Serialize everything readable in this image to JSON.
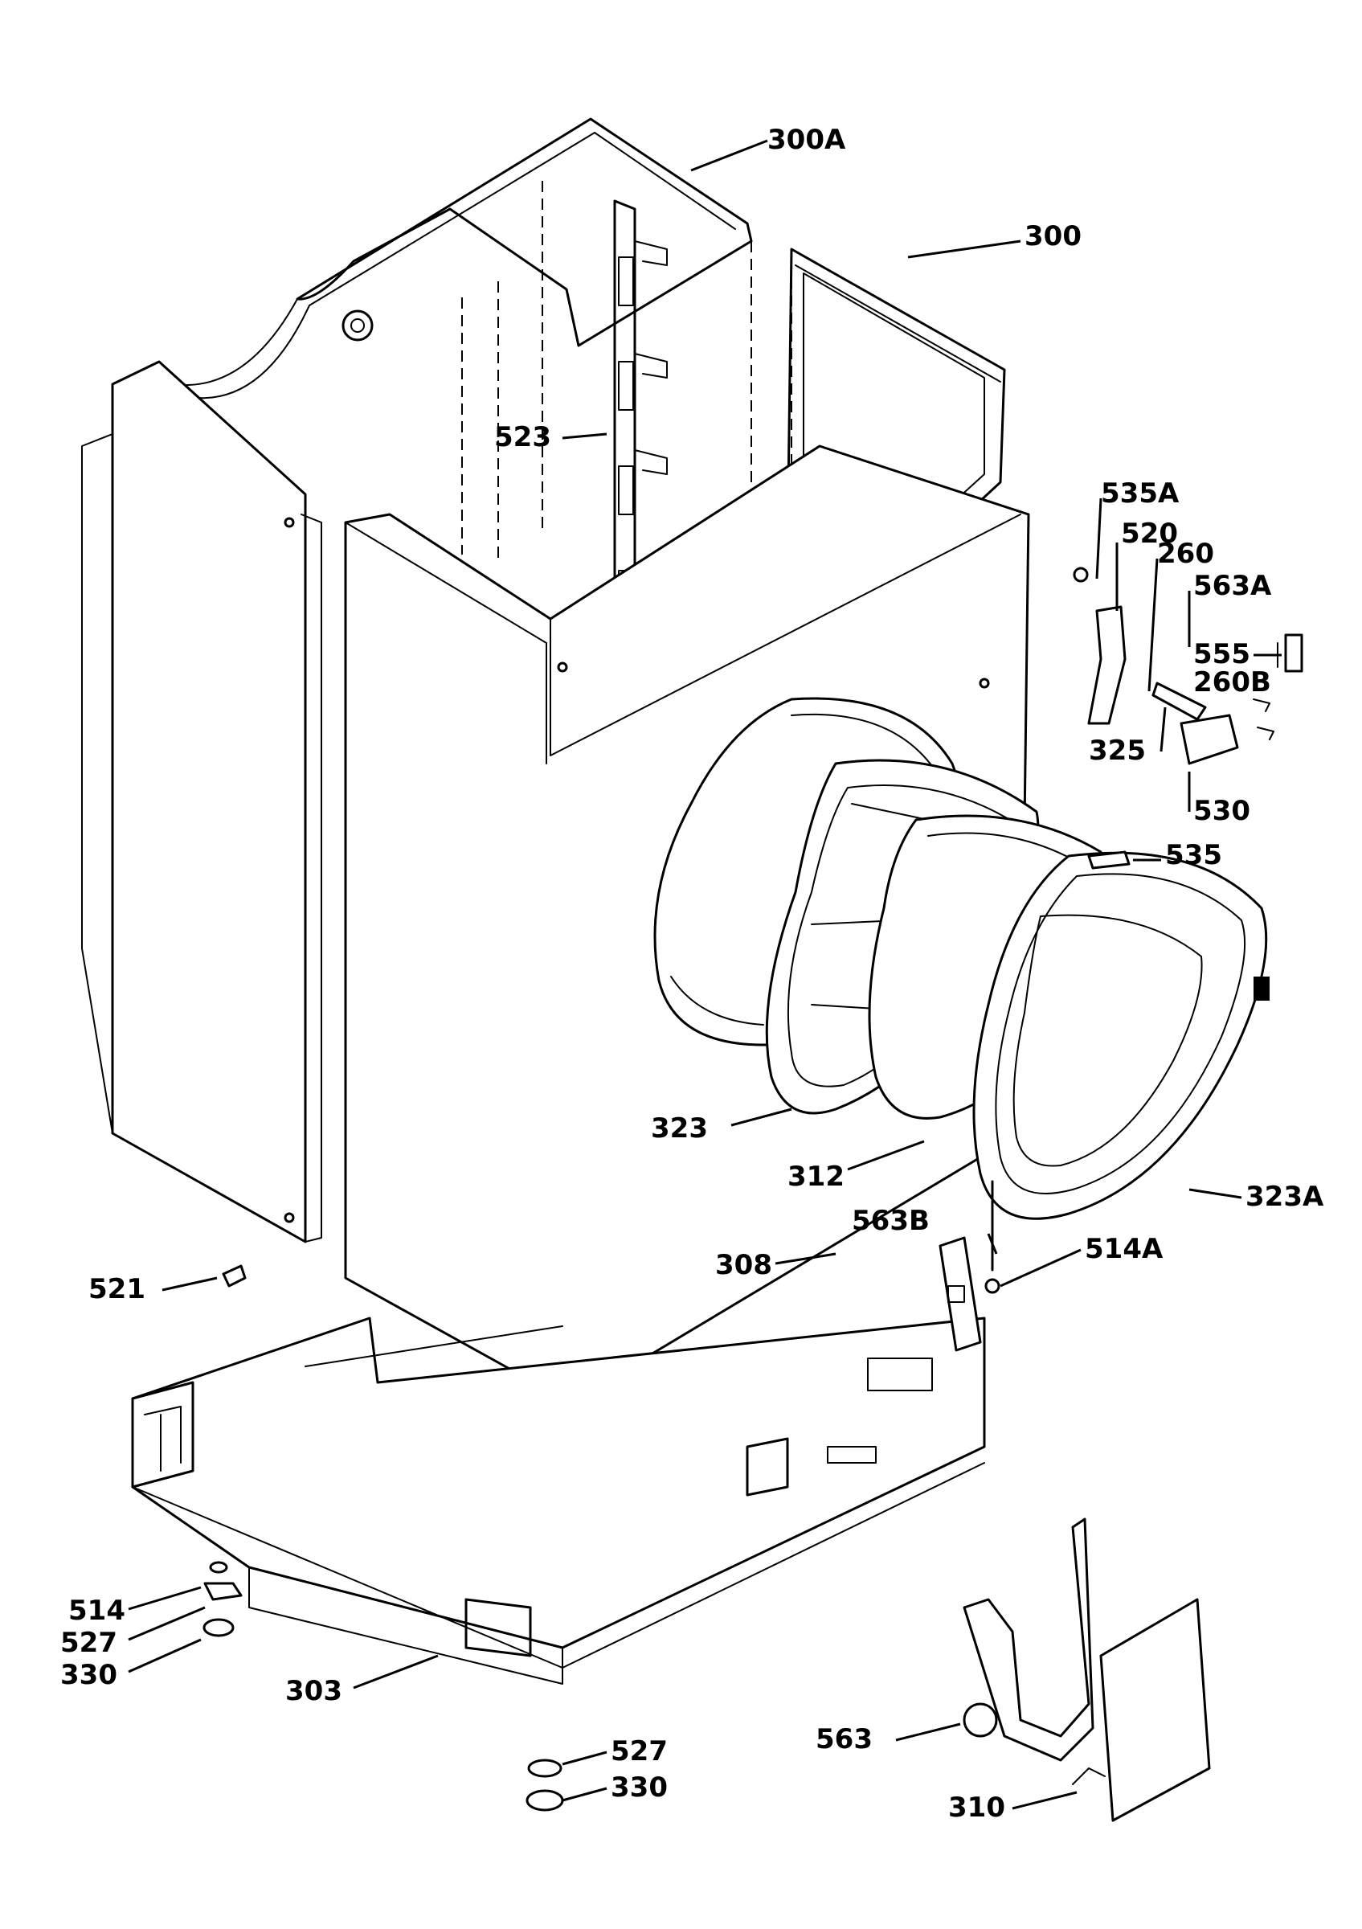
{
  "labels": {
    "l300A": "300A",
    "l300": "300",
    "l523": "523",
    "l535A": "535A",
    "l520": "520",
    "l260": "260",
    "l563A": "563A",
    "l555": "555",
    "l260B": "260B",
    "l325": "325",
    "l530": "530",
    "l535": "535",
    "l323": "323",
    "l312": "312",
    "l323A": "323A",
    "l563B": "563B",
    "l514A": "514A",
    "l308": "308",
    "l521": "521",
    "l514": "514",
    "l527a": "527",
    "l330a": "330",
    "l303": "303",
    "l527b": "527",
    "l330b": "330",
    "l563": "563",
    "l310": "310"
  }
}
